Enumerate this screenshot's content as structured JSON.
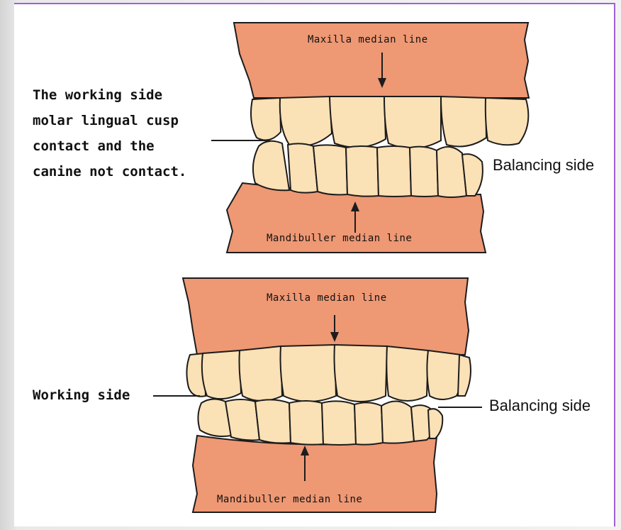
{
  "top": {
    "maxilla_label": "Maxilla median line",
    "mandible_label": "Mandibuller median line",
    "working_note": [
      "The working side",
      "molar lingual cusp",
      "contact and the",
      "canine not contact."
    ],
    "balancing_label": "Balancing side"
  },
  "bottom": {
    "maxilla_label": "Maxilla median line",
    "mandible_label": "Mandibuller median line",
    "working_label": "Working side",
    "balancing_label": "Balancing side"
  },
  "colors": {
    "gum": "#ee9874",
    "tooth": "#fbe1b6",
    "outline": "#1c1c1c",
    "frame_border": "#a060d8"
  }
}
